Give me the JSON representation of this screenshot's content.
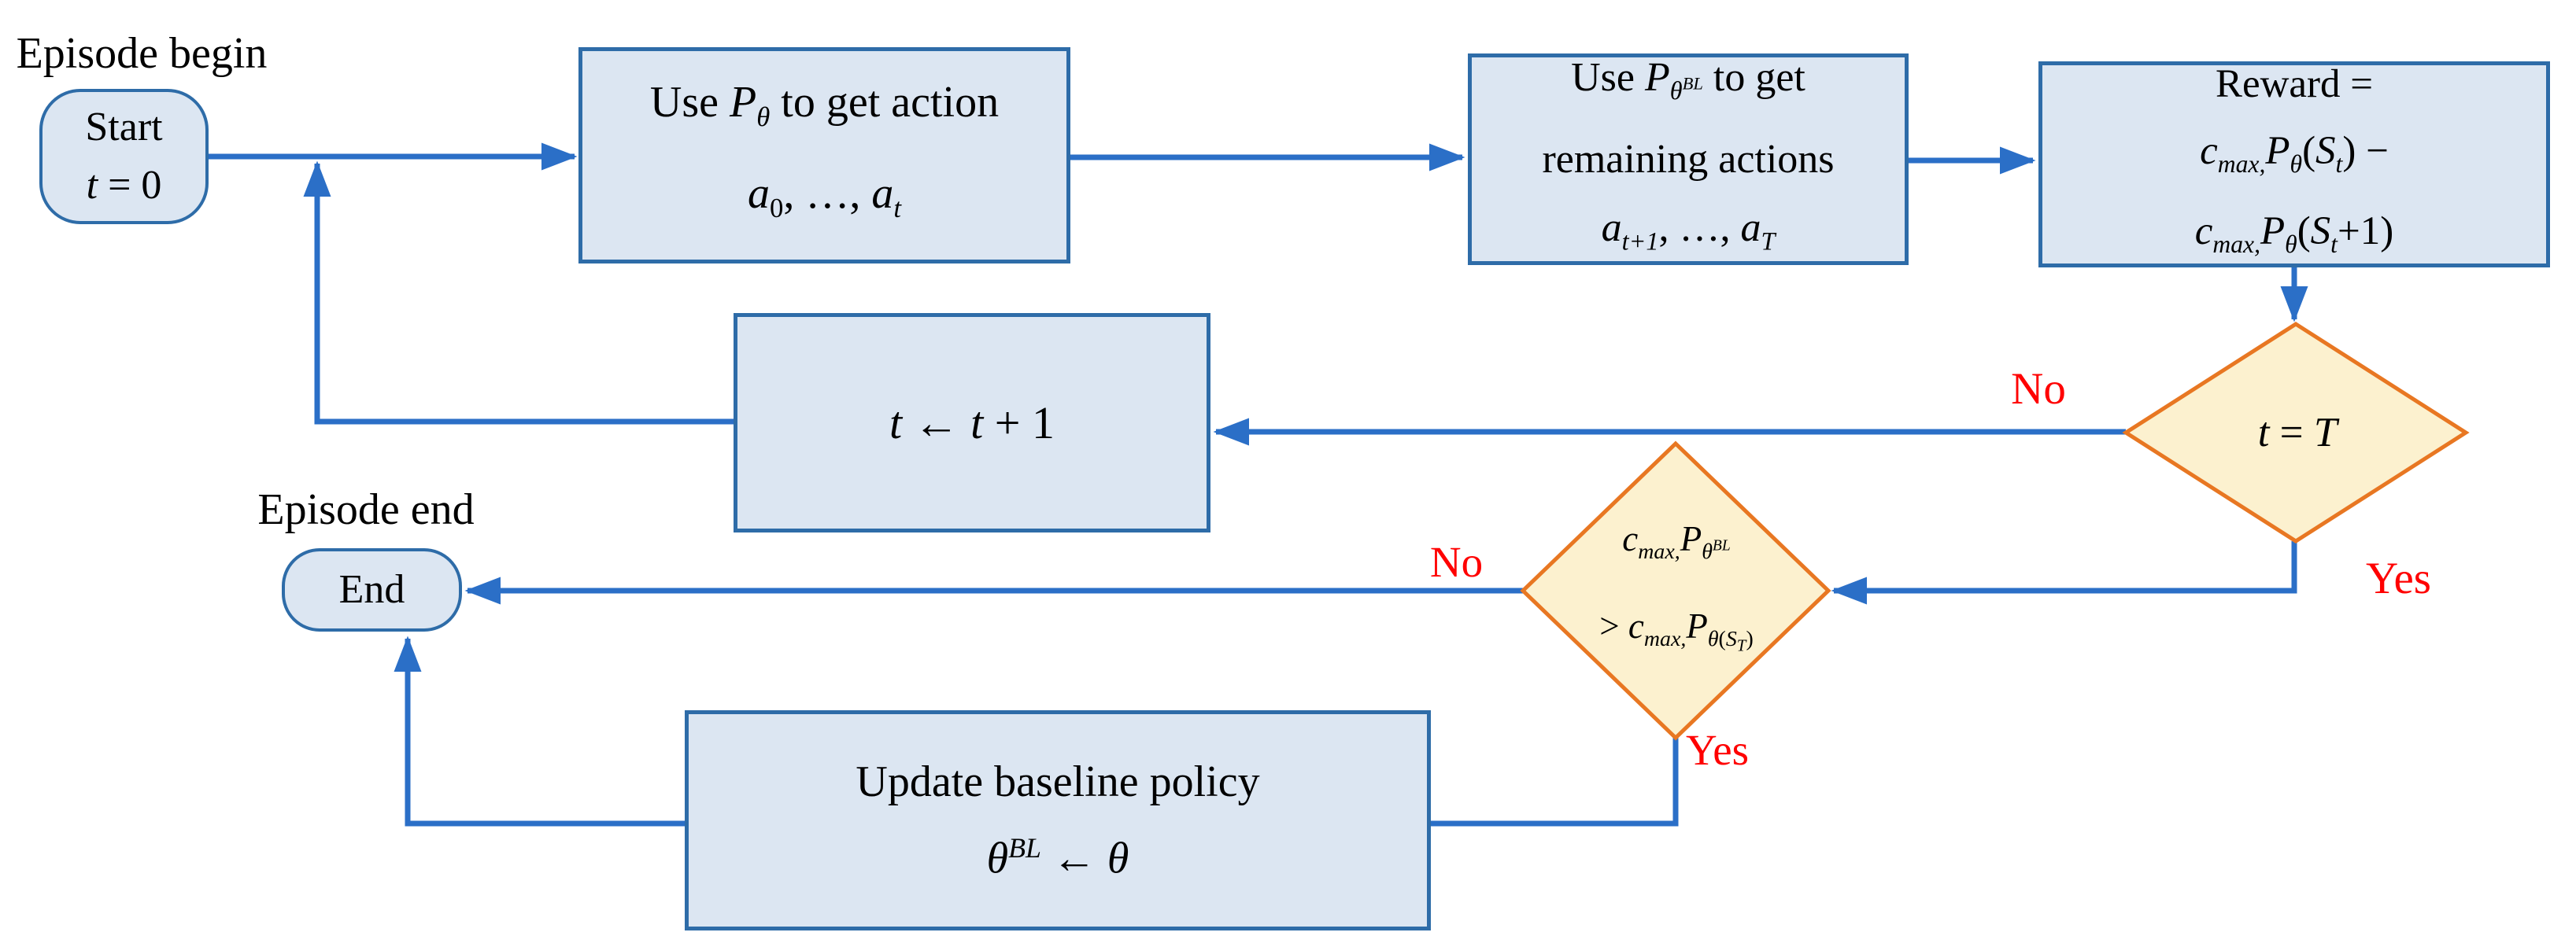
{
  "colors": {
    "node_fill": "#dce6f2",
    "node_border": "#2e6ca8",
    "connector": "#2b6fc7",
    "diamond_fill": "#fcf1cf",
    "diamond_border": "#e87722",
    "branch_label": "#ff0000",
    "text": "#000000"
  },
  "labels": {
    "episode_begin": "Episode begin",
    "episode_end": "Episode end"
  },
  "branch_labels": {
    "t_equals_T_no": "No",
    "t_equals_T_yes": "Yes",
    "baseline_no": "No",
    "baseline_yes": "Yes"
  },
  "nodes": {
    "start": {
      "title": "Start",
      "t": "t",
      "eq": " = 0"
    },
    "get_action": {
      "use": "Use ",
      "P": "P",
      "theta": "θ",
      "tail": " to get action",
      "a1": "a",
      "sub1": "0",
      "dots": ", …, ",
      "a2": "a",
      "sub2": "t"
    },
    "get_remaining": {
      "use": "Use ",
      "P": "P",
      "theta": "θ",
      "BL": "BL",
      "tail": " to get",
      "line2": "remaining actions",
      "a1": "a",
      "sub1": "t+1",
      "dots": ", …, ",
      "a2": "a",
      "sub2": "T"
    },
    "reward": {
      "line1": "Reward =",
      "c1": "c",
      "max1": "max,",
      "P1": "P",
      "theta1": "θ",
      "po1": "(",
      "S1": "S",
      "ssub1": "t",
      "pc1": ")",
      "minus": " −",
      "c2": "c",
      "max2": "max,",
      "P2": "P",
      "theta2": "θ",
      "po2": "(",
      "S2": "S",
      "ssub2": "t",
      "plus_one": "+1",
      "pc2": ")"
    },
    "t_equals_T": {
      "t": "t",
      "eq": " = ",
      "T": "T"
    },
    "increment": {
      "t1": "t",
      "arrow": " ← ",
      "t2": "t",
      "plus": " + 1"
    },
    "baseline_check": {
      "c1": "c",
      "max1": "max,",
      "P1": "P",
      "theta1": "θ",
      "BL": "BL",
      "gt": "> ",
      "c2": "c",
      "max2": "max,",
      "P2": "P",
      "theta2": "θ",
      "po": "(",
      "S": "S",
      "ssub": "T",
      "pc": ")"
    },
    "update_baseline": {
      "line1": "Update baseline policy",
      "theta1": "θ",
      "BL": "BL",
      "arrow": " ← ",
      "theta2": "θ"
    },
    "end": {
      "title": "End"
    }
  }
}
